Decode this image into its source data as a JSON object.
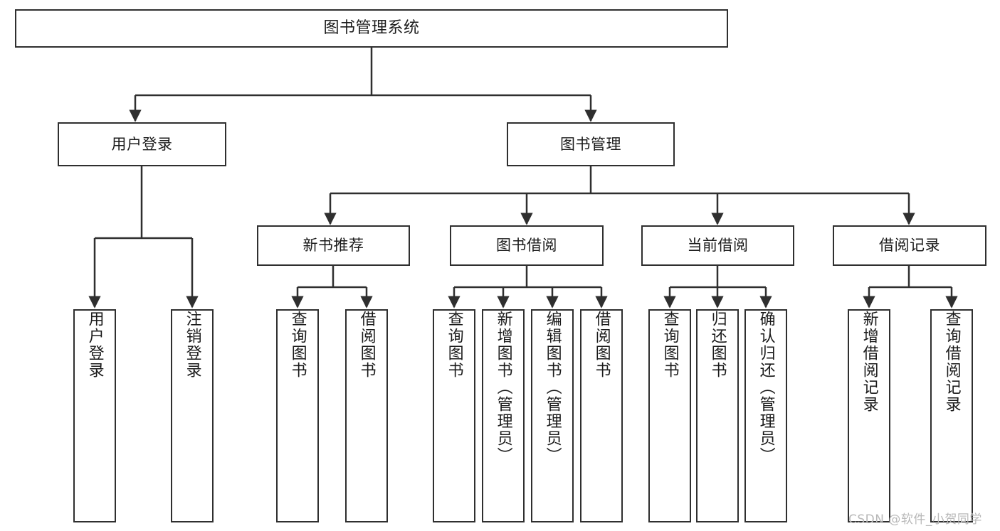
{
  "diagram": {
    "type": "tree-hierarchy-chart",
    "title": "图书管理系统",
    "watermark": "CSDN @软件_小贺同学",
    "colors": {
      "border": "#2f2f2f",
      "background": "#ffffff",
      "text": "#1b1b1b",
      "watermark": "#b8b8b8"
    },
    "nodes": {
      "root": {
        "label": "图书管理系统"
      },
      "level2": [
        {
          "id": "user-login",
          "label": "用户登录"
        },
        {
          "id": "book-manage",
          "label": "图书管理"
        }
      ],
      "level3": [
        {
          "id": "new-book-recommend",
          "label": "新书推荐"
        },
        {
          "id": "book-borrow",
          "label": "图书借阅"
        },
        {
          "id": "current-borrow",
          "label": "当前借阅"
        },
        {
          "id": "borrow-record",
          "label": "借阅记录"
        }
      ],
      "leaves": {
        "user-login": [
          {
            "id": "leaf-user-login",
            "label": "用户登录"
          },
          {
            "id": "leaf-logout-login",
            "label": "注销登录"
          }
        ],
        "new-book-recommend": [
          {
            "id": "leaf-query-book-1",
            "label": "查询图书"
          },
          {
            "id": "leaf-borrow-book-1",
            "label": "借阅图书"
          }
        ],
        "book-borrow": [
          {
            "id": "leaf-query-book-2",
            "label": "查询图书"
          },
          {
            "id": "leaf-add-book",
            "label": "新增图书（管理员）"
          },
          {
            "id": "leaf-edit-book",
            "label": "编辑图书（管理员）"
          },
          {
            "id": "leaf-borrow-book-2",
            "label": "借阅图书"
          }
        ],
        "current-borrow": [
          {
            "id": "leaf-query-book-3",
            "label": "查询图书"
          },
          {
            "id": "leaf-return-book",
            "label": "归还图书"
          },
          {
            "id": "leaf-confirm-return",
            "label": "确认归还（管理员）"
          }
        ],
        "borrow-record": [
          {
            "id": "leaf-add-record",
            "label": "新增借阅记录"
          },
          {
            "id": "leaf-query-record",
            "label": "查询借阅记录"
          }
        ]
      }
    }
  }
}
